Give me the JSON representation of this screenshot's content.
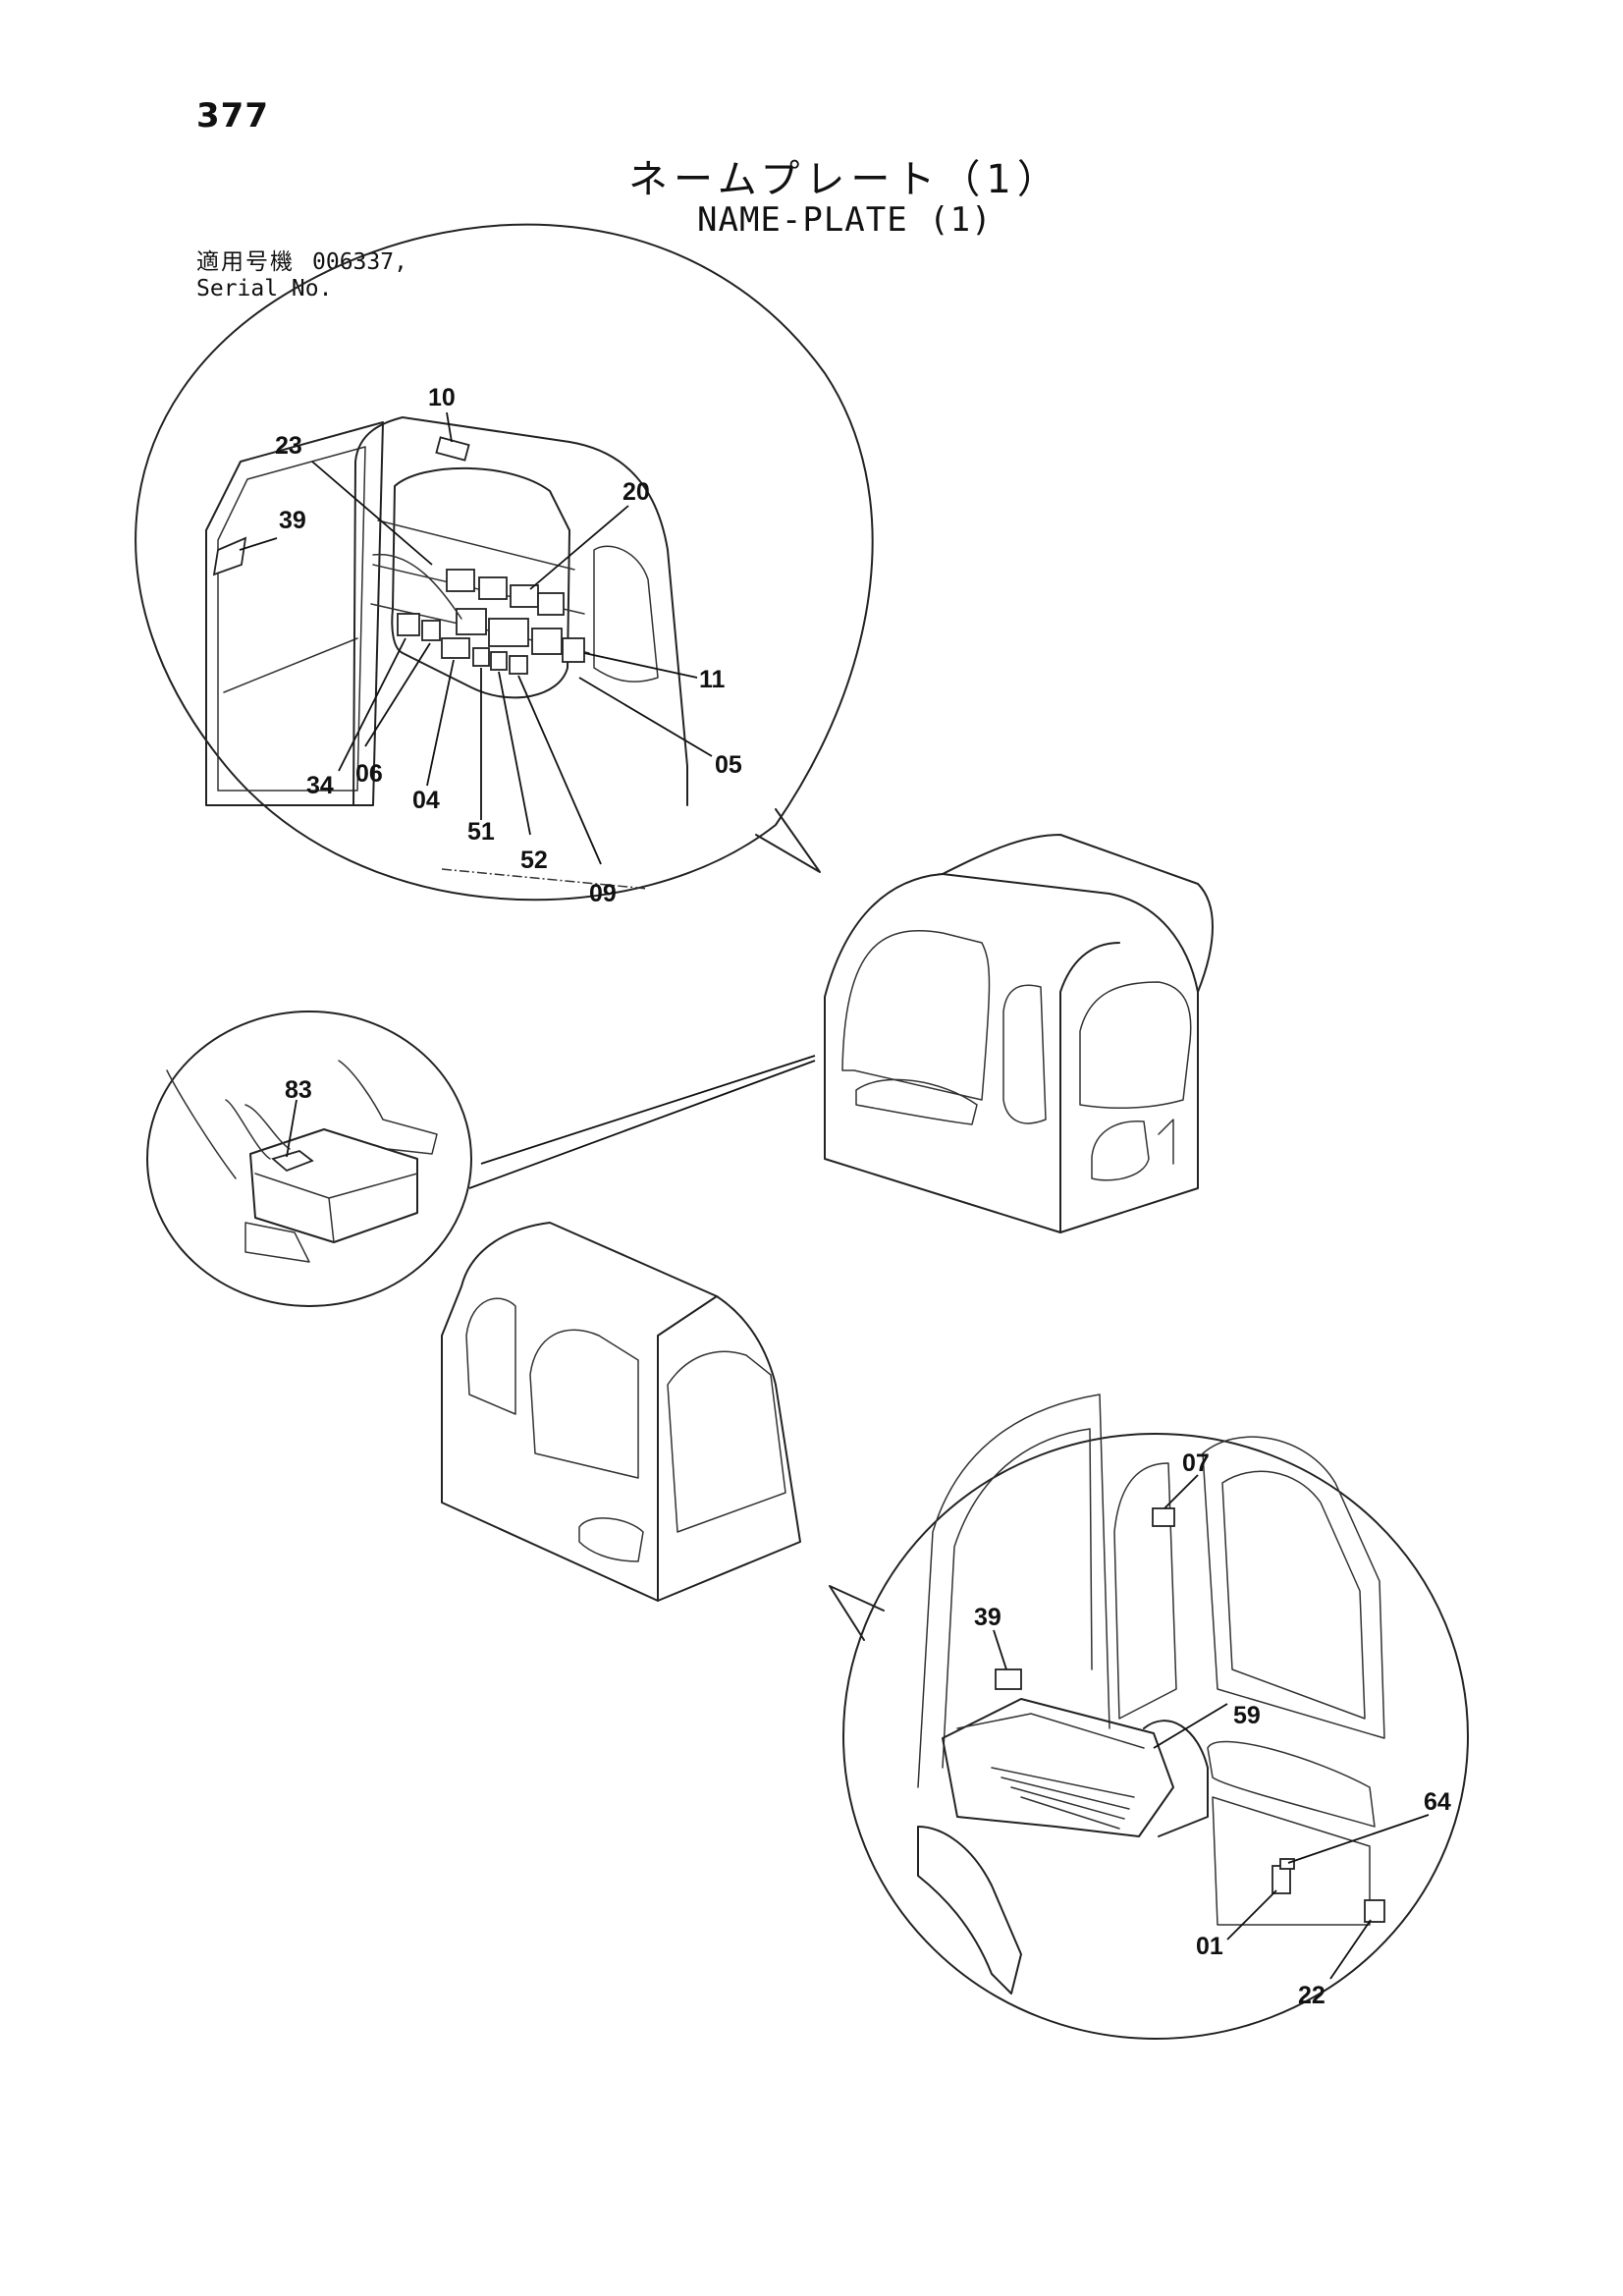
{
  "page_number": "377",
  "title_jp": "ネームプレート（1）",
  "title_en": "NAME-PLATE (1)",
  "serial": {
    "label_jp": "適用号機",
    "value": "006337,",
    "label_en": "Serial No."
  },
  "callouts": {
    "c10": "10",
    "c23": "23",
    "c39a": "39",
    "c20": "20",
    "c11": "11",
    "c05": "05",
    "c34": "34",
    "c06": "06",
    "c04": "04",
    "c51": "51",
    "c52": "52",
    "c09": "09",
    "c83": "83",
    "c07": "07",
    "c39b": "39",
    "c59": "59",
    "c64": "64",
    "c01": "01",
    "c22": "22"
  }
}
